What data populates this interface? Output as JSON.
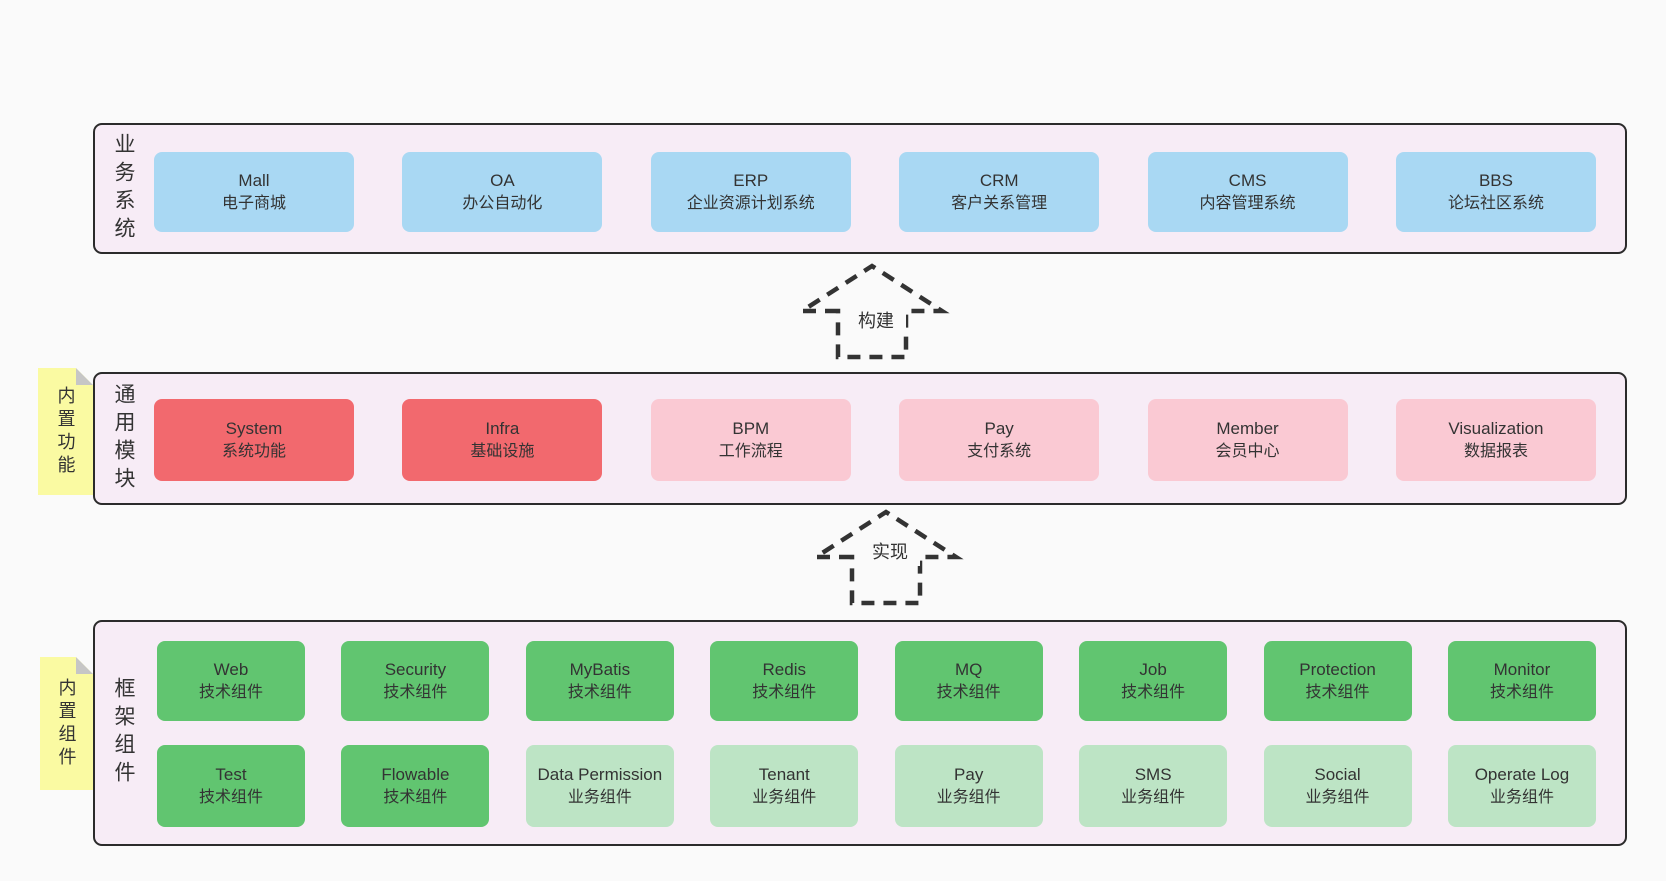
{
  "palette": {
    "page_bg": "#fafafa",
    "band_bg": "#f7ecf6",
    "band_border": "#2b2b2b",
    "blue": "#a9d8f3",
    "red": "#f2696e",
    "pink": "#fac9d3",
    "green": "#61c570",
    "green_light": "#bde4c5",
    "sticky_yellow": "#fafaa2",
    "sticky_fold": "#c6c6c6",
    "text": "#333333"
  },
  "arrows": {
    "build": {
      "label": "构建"
    },
    "implement": {
      "label": "实现"
    }
  },
  "bands": {
    "business": {
      "label": "业务系统",
      "boxes": [
        {
          "name": "Mall",
          "desc": "电子商城",
          "color": "blue"
        },
        {
          "name": "OA",
          "desc": "办公自动化",
          "color": "blue"
        },
        {
          "name": "ERP",
          "desc": "企业资源计划系统",
          "color": "blue"
        },
        {
          "name": "CRM",
          "desc": "客户关系管理",
          "color": "blue"
        },
        {
          "name": "CMS",
          "desc": "内容管理系统",
          "color": "blue"
        },
        {
          "name": "BBS",
          "desc": "论坛社区系统",
          "color": "blue"
        }
      ]
    },
    "modules": {
      "label": "通用模块",
      "sticky": "内置功能",
      "boxes": [
        {
          "name": "System",
          "desc": "系统功能",
          "color": "red"
        },
        {
          "name": "Infra",
          "desc": "基础设施",
          "color": "red"
        },
        {
          "name": "BPM",
          "desc": "工作流程",
          "color": "pink"
        },
        {
          "name": "Pay",
          "desc": "支付系统",
          "color": "pink"
        },
        {
          "name": "Member",
          "desc": "会员中心",
          "color": "pink"
        },
        {
          "name": "Visualization",
          "desc": "数据报表",
          "color": "pink"
        }
      ]
    },
    "components": {
      "label": "框架组件",
      "sticky": "内置组件",
      "row1": [
        {
          "name": "Web",
          "desc": "技术组件",
          "color": "green"
        },
        {
          "name": "Security",
          "desc": "技术组件",
          "color": "green"
        },
        {
          "name": "MyBatis",
          "desc": "技术组件",
          "color": "green"
        },
        {
          "name": "Redis",
          "desc": "技术组件",
          "color": "green"
        },
        {
          "name": "MQ",
          "desc": "技术组件",
          "color": "green"
        },
        {
          "name": "Job",
          "desc": "技术组件",
          "color": "green"
        },
        {
          "name": "Protection",
          "desc": "技术组件",
          "color": "green"
        },
        {
          "name": "Monitor",
          "desc": "技术组件",
          "color": "green"
        }
      ],
      "row2": [
        {
          "name": "Test",
          "desc": "技术组件",
          "color": "green"
        },
        {
          "name": "Flowable",
          "desc": "技术组件",
          "color": "green"
        },
        {
          "name": "Data Permission",
          "desc": "业务组件",
          "color": "green_light"
        },
        {
          "name": "Tenant",
          "desc": "业务组件",
          "color": "green_light"
        },
        {
          "name": "Pay",
          "desc": "业务组件",
          "color": "green_light"
        },
        {
          "name": "SMS",
          "desc": "业务组件",
          "color": "green_light"
        },
        {
          "name": "Social",
          "desc": "业务组件",
          "color": "green_light"
        },
        {
          "name": "Operate Log",
          "desc": "业务组件",
          "color": "green_light"
        }
      ]
    }
  }
}
